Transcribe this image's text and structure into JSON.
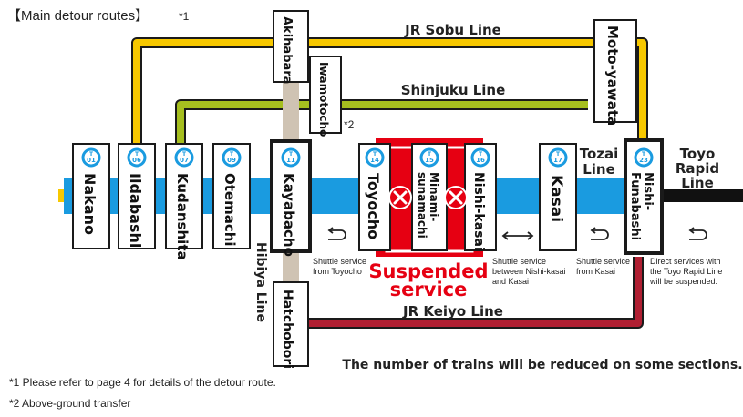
{
  "header": {
    "title": "【Main detour routes】",
    "note_ref": "*1"
  },
  "lines": {
    "jr_sobu": "JR Sobu Line",
    "shinjuku": "Shinjuku Line",
    "jr_keiyo": "JR Keiyo Line",
    "tozai": [
      "Tozai",
      "Line"
    ],
    "toyo_rapid": [
      "Toyo",
      "Rapid",
      "Line"
    ],
    "hibiya": "Hibiya Line"
  },
  "stations": {
    "nakano": {
      "name": "Nakano",
      "num": "01"
    },
    "iidabashi": {
      "name": "Iidabashi",
      "num": "06"
    },
    "kudanshita": {
      "name": "Kudanshita",
      "num": "07"
    },
    "otemachi": {
      "name": "Otemachi",
      "num": "09"
    },
    "kayabacho": {
      "name": "Kayabacho",
      "num": "11"
    },
    "toyocho": {
      "name": "Toyocho",
      "num": "14"
    },
    "minami_sunamachi": {
      "name": [
        "Minami-",
        "sunamachi"
      ],
      "num": "15"
    },
    "nishi_kasai": {
      "name": "Nishi-kasai",
      "num": "16"
    },
    "kasai": {
      "name": "Kasai",
      "num": "17"
    },
    "nishi_funabashi": {
      "name": [
        "Nishi-",
        "Funabashi"
      ],
      "num": "23"
    },
    "line_letter": "T"
  },
  "other_stations": {
    "akihabara": "Akihabara",
    "iwamotocho": "Iwamotocho",
    "iwamotocho_ref": "*2",
    "moto_yawata": "Moto-yawata",
    "hatchobori": "Hatchobori"
  },
  "suspended": [
    "Suspended",
    "service"
  ],
  "shuttles": {
    "toyocho": [
      "Shuttle service",
      "from Toyocho"
    ],
    "between": [
      "Shuttle service",
      "between Nishi-kasai",
      "and Kasai"
    ],
    "kasai": [
      "Shuttle service",
      "from Kasai"
    ],
    "direct": [
      "Direct services with",
      "the Toyo Rapid Line",
      "will be suspended."
    ]
  },
  "reduced_notice": "The number of trains will be reduced on some sections.",
  "footnotes": [
    "*1 Please refer to page 4 for details of the detour route.",
    "*2 Above-ground transfer"
  ],
  "colors": {
    "tozai": "#1a9be0",
    "sobu": "#f7c800",
    "shinjuku": "#a6bf1f",
    "keiyo": "#b01f32",
    "hibiya": "#cfc3b3",
    "suspended": "#e60012",
    "toyo_rapid": "#111111"
  }
}
